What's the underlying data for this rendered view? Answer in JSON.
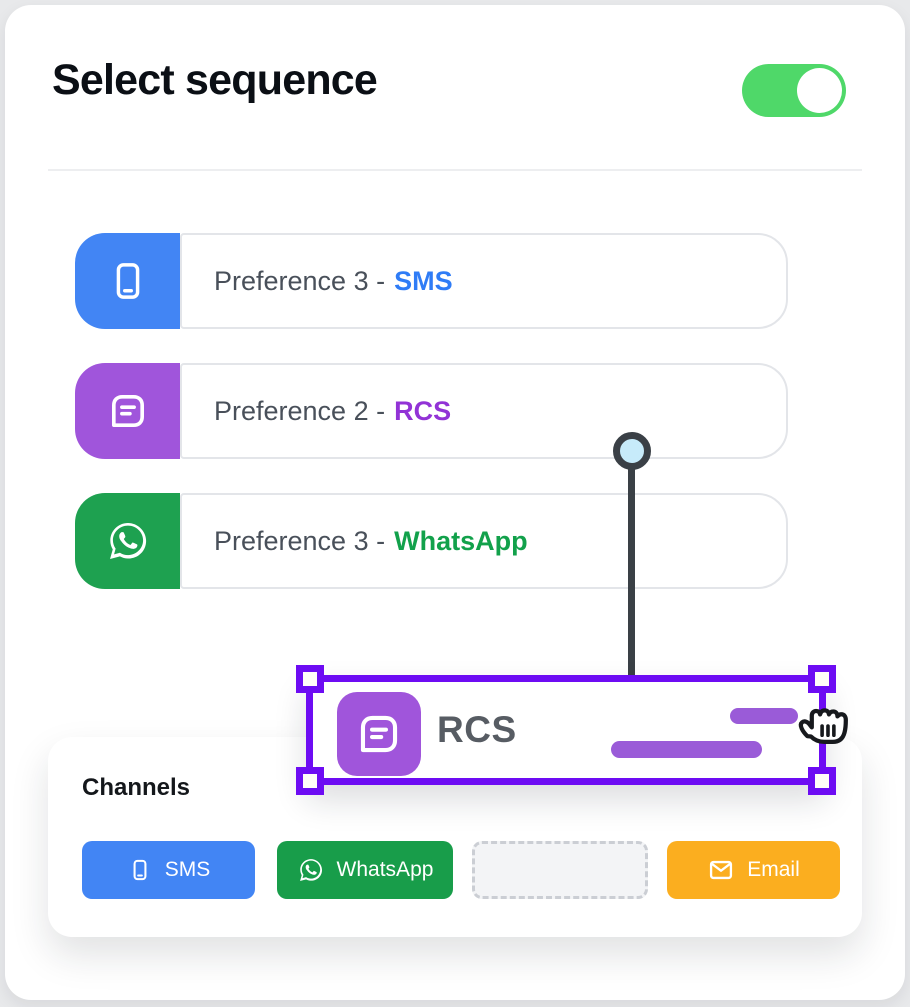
{
  "header": {
    "title": "Select sequence",
    "toggle_state": "on"
  },
  "preferences": [
    {
      "label": "Preference 3 -",
      "channel": "SMS",
      "icon": "smartphone-icon",
      "icon_bg": "#4285F4",
      "channel_color": "#2F7CF6"
    },
    {
      "label": "Preference 2 -",
      "channel": "RCS",
      "icon": "rcs-chat-icon",
      "icon_bg": "#A055DB",
      "channel_color": "#9233D6"
    },
    {
      "label": "Preference 3 -",
      "channel": "WhatsApp",
      "icon": "whatsapp-icon",
      "icon_bg": "#1EA150",
      "channel_color": "#12A14B"
    }
  ],
  "dragged_item": {
    "label": "RCS",
    "icon": "rcs-chat-icon",
    "icon_bg": "#A055DB",
    "selection_color": "#6D0CF3",
    "state": "dragging"
  },
  "channels_panel": {
    "title": "Channels",
    "buttons": [
      {
        "label": "SMS",
        "color": "#4285F4",
        "icon": "smartphone-icon"
      },
      {
        "label": "WhatsApp",
        "color": "#189D4A",
        "icon": "whatsapp-icon"
      },
      {
        "label": "",
        "color": "#F3F4F6",
        "icon": "",
        "empty_slot": true
      },
      {
        "label": "Email",
        "color": "#FBAE1F",
        "icon": "email-icon"
      }
    ]
  },
  "colors": {
    "toggle_on": "#4FD869",
    "selection": "#6D0CF3",
    "connector_line": "#3A4046",
    "connector_dot_fill": "#C7EBFA",
    "row_border": "#E3E5E9",
    "row_text": "#49505A"
  }
}
